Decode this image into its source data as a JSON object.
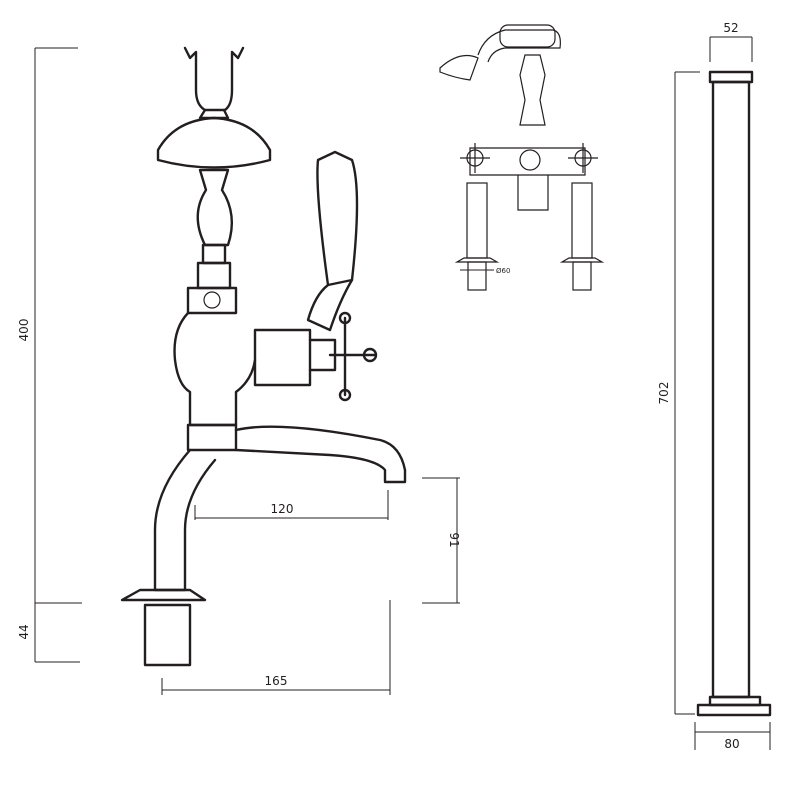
{
  "dimensions": {
    "overall_height": "400",
    "shank_length": "44",
    "spout_reach": "120",
    "spout_height": "91",
    "overall_depth": "165",
    "leg_top_width": "52",
    "leg_height": "702",
    "leg_base_width": "80",
    "shank_diameter": "Ø60"
  },
  "line_color": "#231f20"
}
